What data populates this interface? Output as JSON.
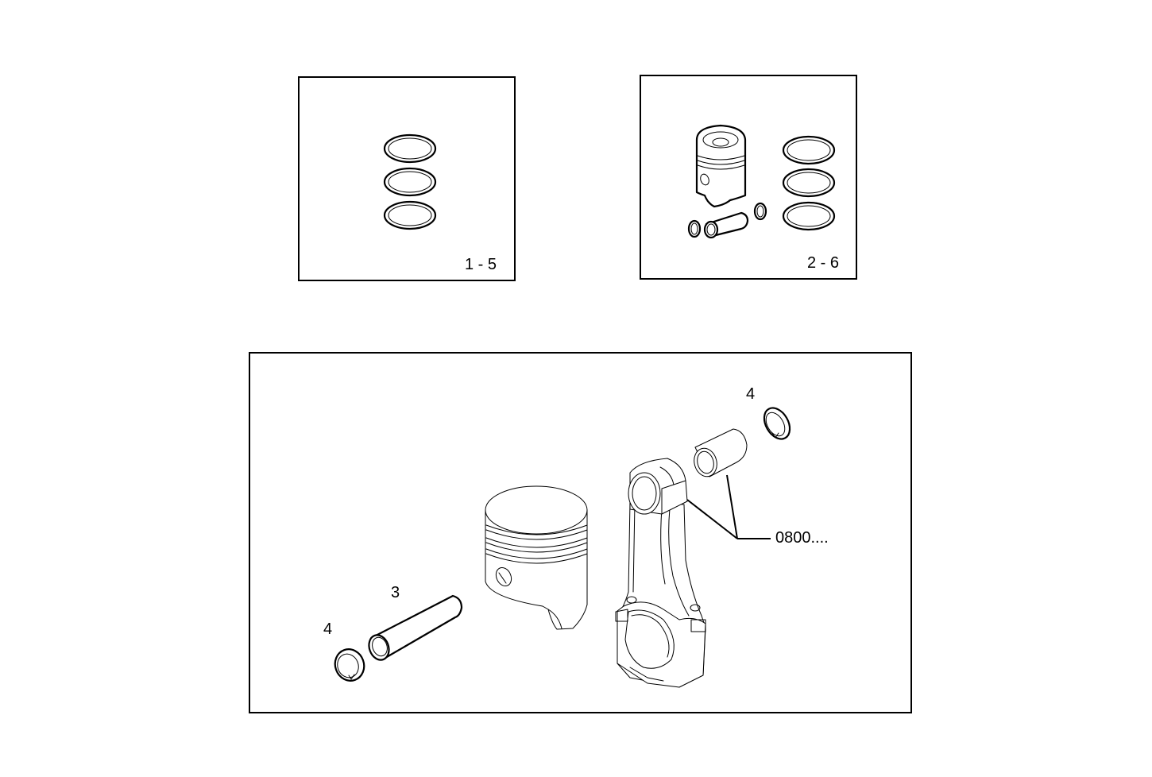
{
  "diagram": {
    "type": "exploded parts diagram",
    "subject": "piston and connecting rod assembly",
    "panels": [
      {
        "id": "kit-rings",
        "label": "1 - 5",
        "contents": [
          "piston ring",
          "piston ring",
          "piston ring"
        ]
      },
      {
        "id": "kit-piston",
        "label": "2 - 6",
        "contents": [
          "piston",
          "piston pin",
          "snap ring",
          "snap ring",
          "piston ring",
          "piston ring",
          "piston ring"
        ]
      },
      {
        "id": "main-assembly",
        "callouts": [
          {
            "part": "snap ring (right)",
            "label": "4"
          },
          {
            "part": "piston pin",
            "label": "3"
          },
          {
            "part": "snap ring (left)",
            "label": "4"
          },
          {
            "part": "connecting rod + small-end bushing",
            "label": "0800...."
          }
        ],
        "contents": [
          "piston",
          "piston pin",
          "snap ring",
          "snap ring",
          "connecting rod",
          "small-end bushing"
        ]
      }
    ]
  },
  "colors": {
    "line": "#000000",
    "background": "#ffffff"
  }
}
